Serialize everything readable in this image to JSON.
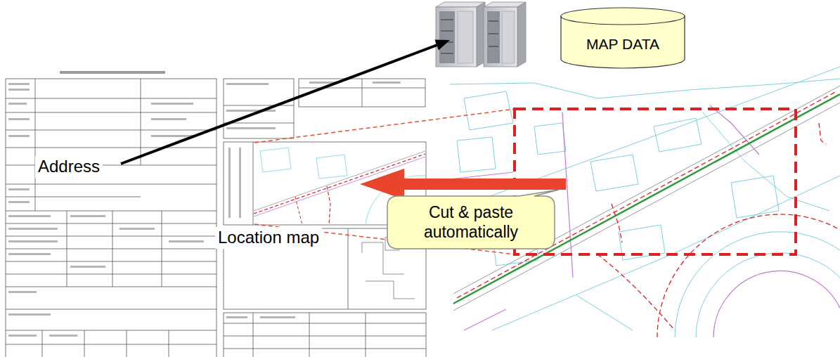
{
  "diagram": {
    "nodes": [
      {
        "text": [
          "MAP DATA"
        ]
      },
      {
        "text": [
          "Cut & paste automatically"
        ]
      }
    ],
    "labels": [
      "Address",
      "Location map"
    ]
  }
}
